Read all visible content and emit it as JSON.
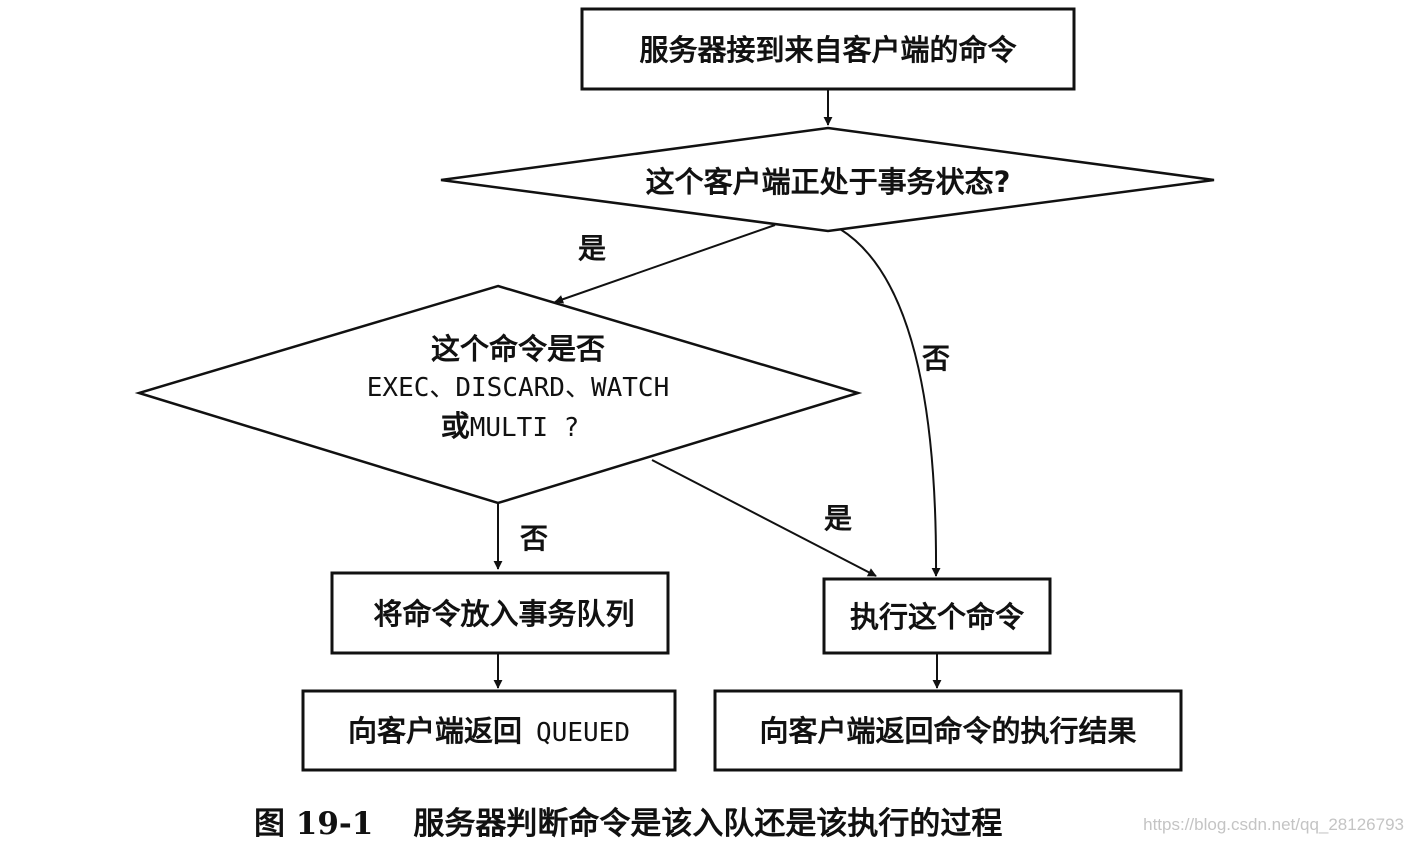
{
  "nodes": {
    "receive_command": "服务器接到来自客户端的命令",
    "in_transaction_question": "这个客户端正处于事务状态?",
    "is_special_command_line1": "这个命令是否",
    "is_special_command_line2": "EXEC、DISCARD、WATCH",
    "is_special_command_line3_prefix": "或",
    "is_special_command_line3_code": "MULTI ?",
    "enqueue_command": "将命令放入事务队列",
    "return_queued_prefix": "向客户端返回",
    "return_queued_code": "QUEUED",
    "execute_command": "执行这个命令",
    "return_result": "向客户端返回命令的执行结果"
  },
  "edge_labels": {
    "in_transaction_yes": "是",
    "in_transaction_no": "否",
    "special_no": "否",
    "special_yes": "是"
  },
  "caption": {
    "number": "图 19-1",
    "text": "服务器判断命令是该入队还是该执行的过程"
  },
  "watermark": "https://blog.csdn.net/qq_28126793"
}
